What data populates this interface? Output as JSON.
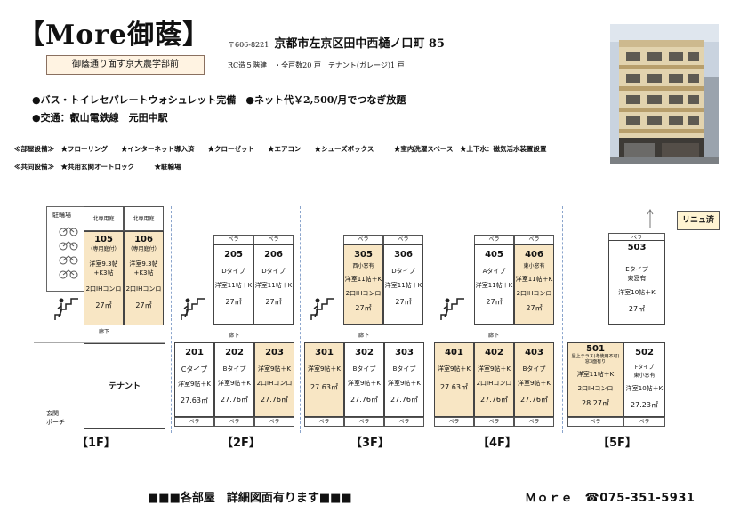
{
  "header": {
    "title": "【More御蔭】",
    "zip": "〒606-8221",
    "address": "京都市左京区田中西樋ノ口町 85",
    "tagline": "御蔭通り面す京大農学部前",
    "spec": "RC造５階建　・全戸数20 戸　テナント(ガレージ)1 戸"
  },
  "features": {
    "line1": "●バス・トイレセパレートウォシュレット完備　●ネット代￥2,500/月でつなぎ放題",
    "line2": "●交通：叡山電鉄線　元田中駅"
  },
  "equipment": {
    "room": "≪部屋設備≫　★フローリング　　★インターネット導入済　　★クローゼット　　★エアコン　　★シューズボックス　　　★室内洗濯スペース　★上下水：磁気活水装置設置",
    "common": "≪共同設備≫　★共用玄関オートロック　　　★駐輪場"
  },
  "labels": {
    "parking": "駐輪場",
    "garden": "北専用庭",
    "corridor": "廊下",
    "veranda": "ベラ",
    "tenant": "テナント",
    "entrance": "玄関\nポーチ",
    "renewal": "リニュ済"
  },
  "floors": [
    "【1F】",
    "【2F】",
    "【3F】",
    "【4F】",
    "【5F】"
  ],
  "units": {
    "u105": {
      "no": "105",
      "sub": "（専用庭付）",
      "l1": "洋室9.3帖\n+K3帖",
      "l2": "2口IHコンロ",
      "area": "27㎡"
    },
    "u106": {
      "no": "106",
      "sub": "（専用庭付）",
      "l1": "洋室9.3帖\n+K3帖",
      "l2": "2口IHコンロ",
      "area": "27㎡"
    },
    "u205": {
      "no": "205",
      "l1": "Dタイプ",
      "l2": "洋室11帖＋K",
      "area": "27㎡"
    },
    "u206": {
      "no": "206",
      "l1": "Dタイプ",
      "l2": "洋室11帖＋K",
      "area": "27㎡"
    },
    "u305": {
      "no": "305",
      "l1": "西小窓有",
      "l2": "洋室11帖＋K",
      "l3": "2口IHコンロ",
      "area": "27㎡"
    },
    "u306": {
      "no": "306",
      "l1": "Dタイプ",
      "l2": "洋室11帖＋K",
      "area": "27㎡"
    },
    "u405": {
      "no": "405",
      "l1": "Aタイプ",
      "l2": "洋室11帖＋K",
      "area": "27㎡"
    },
    "u406": {
      "no": "406",
      "l1": "東小窓有",
      "l2": "洋室11帖＋K",
      "l3": "2口IHコンロ",
      "area": "27㎡"
    },
    "u503": {
      "no": "503",
      "l1": "Eタイプ\n東窓有",
      "l2": "洋室10帖＋K",
      "area": "27㎡"
    },
    "u201": {
      "no": "201",
      "l1": "Cタイプ",
      "l2": "洋室9帖＋K",
      "area": "27.63㎡"
    },
    "u202": {
      "no": "202",
      "l1": "Bタイプ",
      "l2": "洋室9帖＋K",
      "area": "27.76㎡"
    },
    "u203": {
      "no": "203",
      "l1": "洋室9帖＋K",
      "l2": "2口IHコンロ",
      "area": "27.76㎡"
    },
    "u301": {
      "no": "301",
      "l1": "洋室9帖＋K",
      "area": "27.63㎡"
    },
    "u302": {
      "no": "302",
      "l1": "Bタイプ",
      "l2": "洋室9帖＋K",
      "area": "27.76㎡"
    },
    "u303": {
      "no": "303",
      "l1": "Bタイプ",
      "l2": "洋室9帖＋K",
      "area": "27.76㎡"
    },
    "u401": {
      "no": "401",
      "l1": "洋室9帖＋K",
      "area": "27.63㎡"
    },
    "u402": {
      "no": "402",
      "l1": "洋室9帖＋K",
      "l2": "2口IHコンロ",
      "area": "27.76㎡"
    },
    "u403": {
      "no": "403",
      "l1": "Bタイプ",
      "l2": "洋室9帖＋K",
      "area": "27.76㎡"
    },
    "u501": {
      "no": "501",
      "sub": "屋上テラス(冬使用不可)\n窓3面有り",
      "l1": "洋室11帖＋K",
      "l2": "2口IHコンロ",
      "area": "28.27㎡"
    },
    "u502": {
      "no": "502",
      "l1": "Fタイプ\n東小窓有",
      "l2": "洋室10帖＋K",
      "area": "27.23㎡"
    }
  },
  "footer": {
    "left": "■■■各部屋　詳細図面有ります■■■",
    "right": "Ｍｏｒｅ　☎075-351-5931"
  },
  "colors": {
    "highlight": "#f8e6c4",
    "tagline_bg": "#fff3e2"
  }
}
